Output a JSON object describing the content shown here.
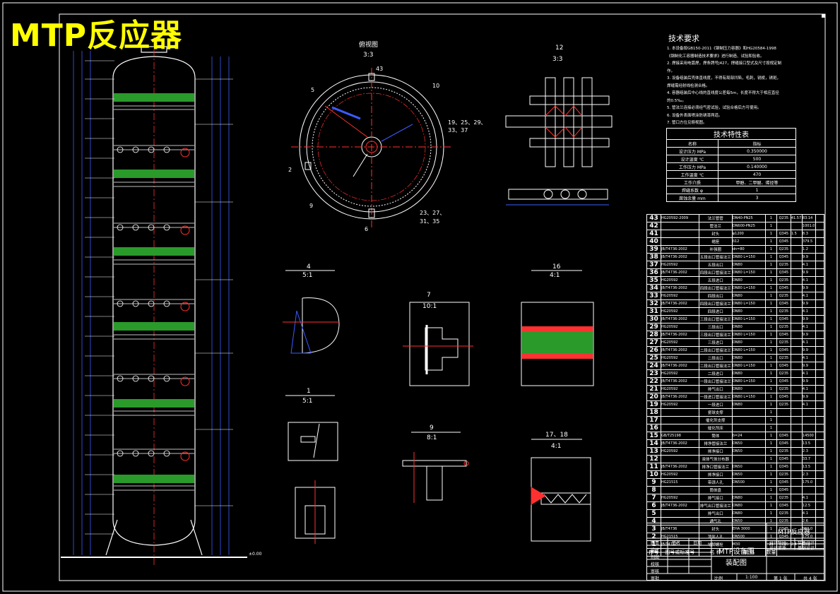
{
  "title": "MTP反应器",
  "views": {
    "top_view": {
      "label": "俯视图",
      "scale": "3:3"
    },
    "v12": {
      "label": "12",
      "scale": "3:3"
    },
    "v4": {
      "label": "4",
      "scale": "5:1"
    },
    "v7": {
      "label": "7",
      "scale": "10:1"
    },
    "v16": {
      "label": "16",
      "scale": "4:1"
    },
    "v1": {
      "label": "1",
      "scale": "5:1"
    },
    "v9": {
      "label": "9",
      "scale": "8:1"
    },
    "v1718": {
      "label": "17、18",
      "scale": "4:1"
    }
  },
  "top_view_callouts": {
    "c43": "43",
    "c5": "5",
    "c10": "10",
    "c2": "2",
    "c9": "9",
    "c6": "6",
    "c19": "19、25、29、",
    "c33": "33、37",
    "c23": "23、27、",
    "c31": "31、35"
  },
  "tech_requirements": {
    "title": "技术要求",
    "items": [
      "1. 本设备按GB150-2011《钢制压力容器》和HG20584-1998《钢制化工容器制造技术要求》进行制造、试验和验收。",
      "2. 焊接采用电弧焊，焊条牌号J427，焊缝接口型式及尺寸按规定制作。",
      "3. 设备组装后壳体直线度，不得有局部凹陷，毛刺，锐棱，锈斑，焊缝需经射线检测合格。",
      "4. 容器组装后中心线的直线度公差每5m，长度不得大于相应直径的0.5‰。",
      "5. 管法兰连接必须经气密试验，试验合格后方可使用。",
      "6. 设备外表面喷涂防锈漆两道。",
      "7. 管口方位见俯视图。"
    ]
  },
  "tech_table": {
    "title": "技术特性表",
    "header": [
      "名称",
      "指标"
    ],
    "rows": [
      [
        "设计压力  MPa",
        "0.350000"
      ],
      [
        "设计温度  ℃",
        "500"
      ],
      [
        "工作压力  MPa",
        "0.140000"
      ],
      [
        "工作温度  ℃",
        "470"
      ],
      [
        "工作介质",
        "甲醇、二甲醚、烯烃等"
      ],
      [
        "焊缝系数 φ",
        "1"
      ],
      [
        "腐蚀余量  mm",
        "3"
      ]
    ]
  },
  "bom": [
    {
      "no": "43",
      "code": "HG20592-2009",
      "name": "法兰管管",
      "spec": "DN40-PN25",
      "q": "1",
      "mat": "Q235",
      "w1": "41.57",
      "w2": "83.14"
    },
    {
      "no": "42",
      "code": "",
      "name": "管法兰",
      "spec": "DN600-PN25",
      "q": "1",
      "mat": "",
      "w1": "",
      "w2": "1001.0"
    },
    {
      "no": "41",
      "code": "",
      "name": "封头",
      "spec": "φ1200",
      "q": "1",
      "mat": "Q345",
      "w1": "1.5",
      "w2": "8.3"
    },
    {
      "no": "40",
      "code": "",
      "name": "裙座",
      "spec": "δ12",
      "q": "1",
      "mat": "Q345",
      "w1": "",
      "w2": "379.5"
    },
    {
      "no": "39",
      "code": "JB/T4736-2002",
      "name": "补强圈",
      "spec": "dn=80",
      "q": "1",
      "mat": "Q235",
      "w1": "",
      "w2": "1.2"
    },
    {
      "no": "38",
      "code": "JB/T4736-2002",
      "name": "五段出口管接法兰",
      "spec": "DN80 L=150",
      "q": "1",
      "mat": "Q345",
      "w1": "",
      "w2": "9.9"
    },
    {
      "no": "37",
      "code": "HG20592",
      "name": "五段出口",
      "spec": "DN80",
      "q": "1",
      "mat": "Q235",
      "w1": "",
      "w2": "4.1"
    },
    {
      "no": "36",
      "code": "JB/T4736-2002",
      "name": "四段出口管接法兰",
      "spec": "DN80 L=150",
      "q": "1",
      "mat": "Q345",
      "w1": "",
      "w2": "9.9"
    },
    {
      "no": "35",
      "code": "HG20592",
      "name": "五段进口",
      "spec": "DN80",
      "q": "1",
      "mat": "Q235",
      "w1": "",
      "w2": "4.1"
    },
    {
      "no": "34",
      "code": "JB/T4736-2002",
      "name": "四段出口管接法兰",
      "spec": "DN80 L=150",
      "q": "1",
      "mat": "Q345",
      "w1": "",
      "w2": "9.9"
    },
    {
      "no": "33",
      "code": "HG20592",
      "name": "四段出口",
      "spec": "DN80",
      "q": "1",
      "mat": "Q235",
      "w1": "",
      "w2": "4.1"
    },
    {
      "no": "32",
      "code": "JB/T4736-2002",
      "name": "四段出口管接法兰",
      "spec": "DN80 L=150",
      "q": "1",
      "mat": "Q345",
      "w1": "",
      "w2": "9.9"
    },
    {
      "no": "31",
      "code": "HG20592",
      "name": "四段进口",
      "spec": "DN80",
      "q": "1",
      "mat": "Q235",
      "w1": "",
      "w2": "4.1"
    },
    {
      "no": "30",
      "code": "JB/T4736-2002",
      "name": "三段出口管接法兰",
      "spec": "DN80 L=150",
      "q": "1",
      "mat": "Q345",
      "w1": "",
      "w2": "9.9"
    },
    {
      "no": "29",
      "code": "HG20592",
      "name": "三段出口",
      "spec": "DN80",
      "q": "1",
      "mat": "Q235",
      "w1": "",
      "w2": "4.1"
    },
    {
      "no": "28",
      "code": "JB/T4736-2002",
      "name": "三段出口管接法兰",
      "spec": "DN80 L=150",
      "q": "1",
      "mat": "Q345",
      "w1": "",
      "w2": "9.9"
    },
    {
      "no": "27",
      "code": "HG20592",
      "name": "三段进口",
      "spec": "DN80",
      "q": "1",
      "mat": "Q235",
      "w1": "",
      "w2": "4.1"
    },
    {
      "no": "26",
      "code": "JB/T4736-2002",
      "name": "二段出口管接法兰",
      "spec": "DN80 L=150",
      "q": "1",
      "mat": "Q345",
      "w1": "",
      "w2": "9.9"
    },
    {
      "no": "25",
      "code": "HG20592",
      "name": "二段出口",
      "spec": "DN80",
      "q": "1",
      "mat": "Q235",
      "w1": "",
      "w2": "4.1"
    },
    {
      "no": "24",
      "code": "JB/T4736-2002",
      "name": "二段出口管接法兰",
      "spec": "DN80 L=150",
      "q": "1",
      "mat": "Q345",
      "w1": "",
      "w2": "9.9"
    },
    {
      "no": "23",
      "code": "HG20592",
      "name": "二段进口",
      "spec": "DN80",
      "q": "1",
      "mat": "Q235",
      "w1": "",
      "w2": "4.1"
    },
    {
      "no": "22",
      "code": "JB/T4736-2002",
      "name": "一段出口管接法兰",
      "spec": "DN80 L=150",
      "q": "1",
      "mat": "Q345",
      "w1": "",
      "w2": "9.9"
    },
    {
      "no": "21",
      "code": "HG20592",
      "name": "排气出口",
      "spec": "DN80",
      "q": "1",
      "mat": "Q235",
      "w1": "",
      "w2": "4.1"
    },
    {
      "no": "20",
      "code": "JB/T4736-2002",
      "name": "一段进口管接法兰",
      "spec": "DN80 L=150",
      "q": "1",
      "mat": "Q345",
      "w1": "",
      "w2": "9.9"
    },
    {
      "no": "19",
      "code": "HG20592",
      "name": "一段进口",
      "spec": "DN80",
      "q": "1",
      "mat": "Q235",
      "w1": "",
      "w2": "4.1"
    },
    {
      "no": "18",
      "code": "",
      "name": "瓷球支撑",
      "spec": "",
      "q": "1",
      "mat": "",
      "w1": "",
      "w2": ""
    },
    {
      "no": "17",
      "code": "",
      "name": "催化剂支撑",
      "spec": "",
      "q": "1",
      "mat": "",
      "w1": "",
      "w2": ""
    },
    {
      "no": "16",
      "code": "",
      "name": "催化剂床",
      "spec": "",
      "q": "1",
      "mat": "",
      "w1": "",
      "w2": ""
    },
    {
      "no": "15",
      "code": "GB/T25198",
      "name": "筒体",
      "spec": "δ=24",
      "q": "1",
      "mat": "Q345",
      "w1": "",
      "w2": "14500"
    },
    {
      "no": "14",
      "code": "JB/T4736-2002",
      "name": "排净管接法兰",
      "spec": "DN50",
      "q": "1",
      "mat": "Q345",
      "w1": "",
      "w2": "13.5"
    },
    {
      "no": "13",
      "code": "HG20592",
      "name": "排净接口",
      "spec": "DN50",
      "q": "1",
      "mat": "Q235",
      "w1": "",
      "w2": "2.3"
    },
    {
      "no": "12",
      "code": "",
      "name": "液体气体分布器",
      "spec": "",
      "q": "1",
      "mat": "Q345",
      "w1": "",
      "w2": "33.7"
    },
    {
      "no": "11",
      "code": "JB/T4736-2002",
      "name": "排净口管接法兰",
      "spec": "DN50",
      "q": "1",
      "mat": "Q345",
      "w1": "",
      "w2": "13.5"
    },
    {
      "no": "10",
      "code": "HG20592",
      "name": "排净接口",
      "spec": "DN50",
      "q": "1",
      "mat": "Q235",
      "w1": "",
      "w2": "2.3"
    },
    {
      "no": "9",
      "code": "HG21515",
      "name": "带颈人孔",
      "spec": "DN500",
      "q": "1",
      "mat": "Q345",
      "w1": "",
      "w2": "175.0"
    },
    {
      "no": "8",
      "code": "",
      "name": "筒体盘",
      "spec": "",
      "q": "1",
      "mat": "Q345",
      "w1": "",
      "w2": ""
    },
    {
      "no": "7",
      "code": "HG20592",
      "name": "排气接口",
      "spec": "DN80",
      "q": "1",
      "mat": "Q235",
      "w1": "",
      "w2": "4.1"
    },
    {
      "no": "6",
      "code": "JB/T4736-2002",
      "name": "排气出口管接法兰",
      "spec": "DN80",
      "q": "1",
      "mat": "Q345",
      "w1": "",
      "w2": "12.5"
    },
    {
      "no": "5",
      "code": "",
      "name": "排气出口",
      "spec": "DN80",
      "q": "1",
      "mat": "Q235",
      "w1": "",
      "w2": "4.1"
    },
    {
      "no": "4",
      "code": "",
      "name": "通气孔",
      "spec": "DN50",
      "q": "1",
      "mat": "Q235",
      "w1": "",
      "w2": "2.6"
    },
    {
      "no": "3",
      "code": "JB/T4736",
      "name": "封头",
      "spec": "EHA 3000",
      "q": "1",
      "mat": "Q345",
      "w1": "",
      "w2": "960.0"
    },
    {
      "no": "2",
      "code": "HG21515",
      "name": "顶部人孔",
      "spec": "DN500",
      "q": "1",
      "mat": "Q345",
      "w1": "",
      "w2": "175.0"
    },
    {
      "no": "1",
      "code": "JB/T4712",
      "name": "地脚螺栓",
      "spec": "M30",
      "q": "24",
      "mat": "Q235",
      "w1": "2.4",
      "w2": "58.0"
    }
  ],
  "bom_header": {
    "no": "序号",
    "code": "图号或标准号",
    "name": "名  称",
    "qty": "数量",
    "spec": "规  格"
  },
  "title_block": {
    "project": "MTP反应器",
    "drawing_name_1": "MTP设备图",
    "drawing_name_2": "装配图",
    "role1": "职责",
    "role2": "签名",
    "role3": "日期",
    "r_design": "设计",
    "r_draw": "制图",
    "r_check": "校核",
    "r_approve": "审核",
    "r_review": "审批",
    "stage1": "设计阶段",
    "stage2": "装备设计",
    "stage3": "设计资质",
    "stage4": "基础设计",
    "scale_label": "比例",
    "scale": "1:100",
    "sheet": "第 1 张",
    "total": "共 4 张"
  },
  "dimension_text": {
    "ground": "±0.00"
  }
}
